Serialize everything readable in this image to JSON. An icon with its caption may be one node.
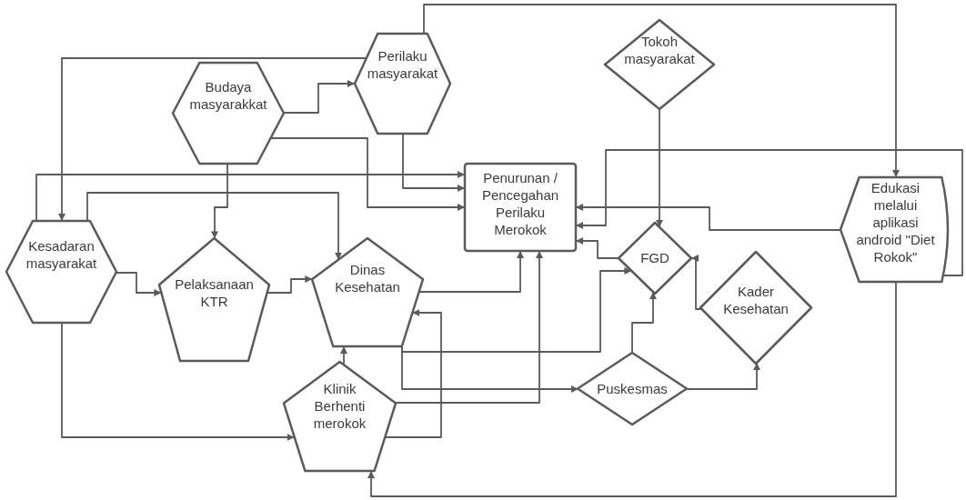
{
  "diagram": {
    "nodes": [
      {
        "text": [
          "Perilaku masyarakat"
        ]
      },
      {
        "text": [
          "Budaya masyarakkat"
        ]
      },
      {
        "text": [
          "Tokoh masyarakat"
        ]
      },
      {
        "text": [
          "Penurunan / Pencegahan Perilaku Merokok"
        ]
      },
      {
        "text": [
          "Edukasi melalui aplikasi android \"Diet Rokok\""
        ]
      },
      {
        "text": [
          "Kesadaran masyarakat"
        ]
      },
      {
        "text": [
          "Pelaksanaan KTR"
        ]
      },
      {
        "text": [
          "Dinas Kesehatan"
        ]
      },
      {
        "text": [
          "FGD"
        ]
      },
      {
        "text": [
          "Kader Kesehatan"
        ]
      },
      {
        "text": [
          "Puskesmas"
        ]
      },
      {
        "text": [
          "Klinik Berhenti merokok"
        ]
      }
    ],
    "edges": [
      {
        "from": 0,
        "to": 4,
        "arrow": "to"
      },
      {
        "from": 0,
        "to": 5,
        "arrow": "to"
      },
      {
        "from": 1,
        "to": 0,
        "arrow": "to"
      },
      {
        "from": 1,
        "to": 3,
        "arrow": "to"
      },
      {
        "from": 0,
        "to": 3,
        "arrow": "to"
      },
      {
        "from": 5,
        "to": 3,
        "arrow": "to"
      },
      {
        "from": 5,
        "to": 7,
        "arrow": "to"
      },
      {
        "from": 1,
        "to": 6,
        "arrow": "to"
      },
      {
        "from": 5,
        "to": 6,
        "arrow": "to"
      },
      {
        "from": 6,
        "to": 7,
        "arrow": "to"
      },
      {
        "from": 5,
        "to": 11,
        "arrow": "to"
      },
      {
        "from": 7,
        "to": 3,
        "arrow": "to"
      },
      {
        "from": 11,
        "to": 3,
        "arrow": "to"
      },
      {
        "from": 11,
        "to": 7,
        "arrow": "to"
      },
      {
        "from": 11,
        "to": 7,
        "arrow": "to"
      },
      {
        "from": 7,
        "to": 8,
        "arrow": "to"
      },
      {
        "from": 7,
        "to": 10,
        "arrow": "to"
      },
      {
        "from": 10,
        "to": 8,
        "arrow": "to"
      },
      {
        "from": 10,
        "to": 9,
        "arrow": "to"
      },
      {
        "from": 9,
        "to": 8,
        "arrow": "to"
      },
      {
        "from": 8,
        "to": 3,
        "arrow": "to"
      },
      {
        "from": 2,
        "to": 8,
        "arrow": "to"
      },
      {
        "from": 4,
        "to": 3,
        "arrow": "to"
      },
      {
        "from": 4,
        "to": 3,
        "arrow": "to"
      },
      {
        "from": 4,
        "to": 11,
        "arrow": "to"
      }
    ]
  }
}
